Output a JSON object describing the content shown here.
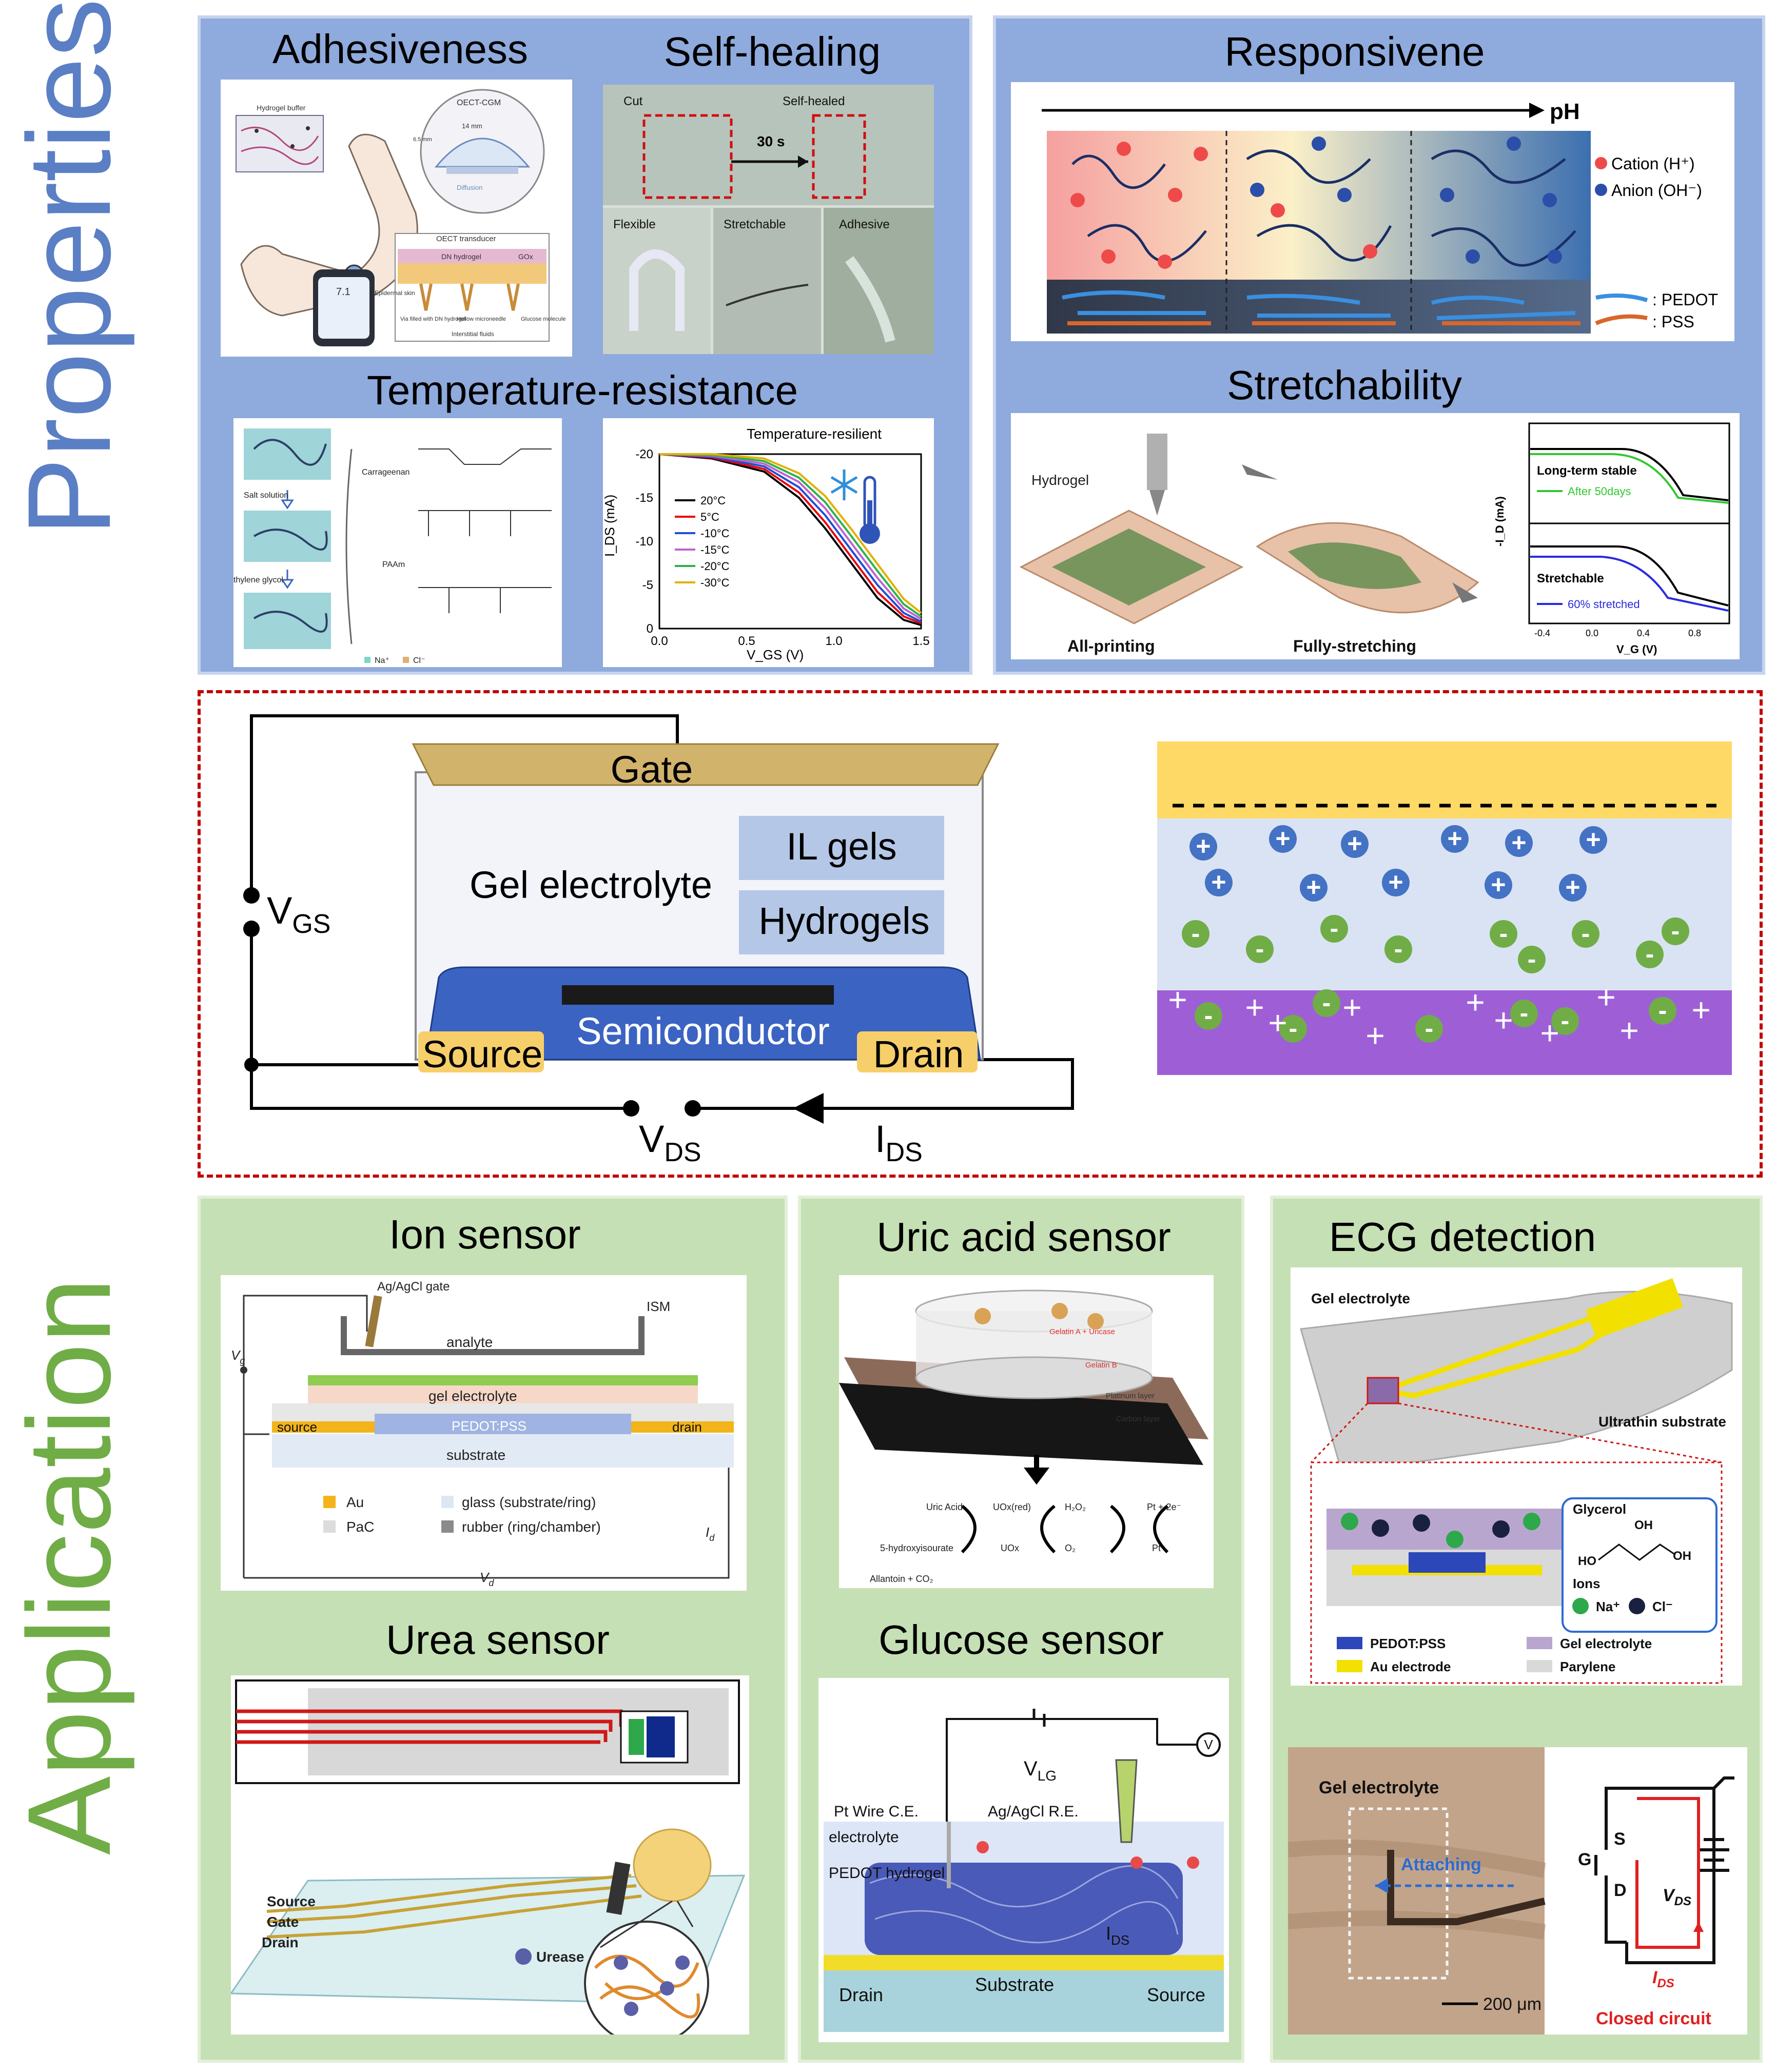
{
  "side_labels": {
    "properties": "Properties",
    "application": "Application"
  },
  "colors": {
    "properties": "#5b7fc4",
    "application": "#70ad47",
    "panel_blue": "#8faadc",
    "panel_green": "#c5e0b4",
    "dashed_border": "#c00000"
  },
  "properties": {
    "adhesiveness": {
      "title": "Adhesiveness",
      "labels": [
        "Hydrogel buffer",
        "OECT-CGM",
        "14 mm",
        "6.5 mm",
        "OECT transducer",
        "DN hydrogel",
        "GOx",
        "Epidermal skin",
        "Via filled with DN hydrogel",
        "Hollow microneedle",
        "Glucose molecule",
        "Interstitial fluids",
        "Diffusion",
        "7.1"
      ]
    },
    "self_healing": {
      "title": "Self-healing",
      "labels": [
        "Cut",
        "Self-healed",
        "30 s",
        "Flexible",
        "Stretchable",
        "Adhesive"
      ]
    },
    "responsiveness": {
      "title": "Responsivene",
      "ph": "pH",
      "legend": [
        "Cation (H⁺)",
        "Anion (OH⁻)",
        ": PEDOT",
        ": PSS"
      ]
    },
    "temperature": {
      "title": "Temperature-resistance",
      "labels": [
        "Carrageenan",
        "Salt solution",
        "PAAm",
        "thylene glycol",
        "Na⁺",
        "Cl⁻"
      ]
    },
    "stretchability": {
      "title": "Stretchability",
      "labels": [
        "Hydrogel",
        "All-printing",
        "Fully-stretching"
      ],
      "chart": {
        "top_title": "Long-term stable",
        "top_legend": "After 50days",
        "bottom_title": "Stretchable",
        "bottom_legend": "60% stretched",
        "ylabel": "-I_D (mA)",
        "xlabel": "V_G (V)",
        "xticks": [
          "-0.4",
          "0.0",
          "0.4",
          "0.8"
        ]
      }
    }
  },
  "chart_data": {
    "type": "line",
    "title": "Temperature-resilient",
    "xlabel": "V_GS (V)",
    "ylabel": "I_DS (mA)",
    "xlim": [
      0.0,
      1.5
    ],
    "ylim": [
      0,
      -20
    ],
    "xticks": [
      "0.0",
      "0.5",
      "1.0",
      "1.5"
    ],
    "yticks": [
      "0",
      "-5",
      "-10",
      "-15",
      "-20"
    ],
    "series": [
      {
        "name": "20°C",
        "color": "#000000",
        "x": [
          0.0,
          0.3,
          0.6,
          0.8,
          0.95,
          1.1,
          1.25,
          1.4,
          1.5
        ],
        "y": [
          -20,
          -19.5,
          -18.0,
          -15.0,
          -11.5,
          -7.5,
          -3.5,
          -1.0,
          -0.4
        ]
      },
      {
        "name": "5°C",
        "color": "#e8000b",
        "x": [
          0.0,
          0.3,
          0.6,
          0.8,
          0.95,
          1.1,
          1.25,
          1.4,
          1.5
        ],
        "y": [
          -20,
          -19.6,
          -18.3,
          -15.6,
          -12.2,
          -8.2,
          -4.2,
          -1.4,
          -0.6
        ]
      },
      {
        "name": "-10°C",
        "color": "#1f4fd6",
        "x": [
          0.0,
          0.3,
          0.6,
          0.8,
          0.95,
          1.1,
          1.25,
          1.4,
          1.5
        ],
        "y": [
          -20,
          -19.7,
          -18.6,
          -16.2,
          -13.0,
          -9.0,
          -5.0,
          -1.8,
          -0.8
        ]
      },
      {
        "name": "-15°C",
        "color": "#c060d0",
        "x": [
          0.0,
          0.3,
          0.6,
          0.8,
          0.95,
          1.1,
          1.25,
          1.4,
          1.5
        ],
        "y": [
          -20,
          -19.8,
          -18.9,
          -16.8,
          -13.8,
          -9.8,
          -5.8,
          -2.3,
          -1.1
        ]
      },
      {
        "name": "-20°C",
        "color": "#2bb34a",
        "x": [
          0.0,
          0.3,
          0.6,
          0.8,
          0.95,
          1.1,
          1.25,
          1.4,
          1.5
        ],
        "y": [
          -20,
          -19.9,
          -19.2,
          -17.3,
          -14.5,
          -10.6,
          -6.6,
          -2.8,
          -1.4
        ]
      },
      {
        "name": "-30°C",
        "color": "#e0b000",
        "x": [
          0.0,
          0.3,
          0.6,
          0.8,
          0.95,
          1.1,
          1.25,
          1.4,
          1.5
        ],
        "y": [
          -20,
          -20.0,
          -19.5,
          -17.8,
          -15.2,
          -11.4,
          -7.4,
          -3.4,
          -1.8
        ]
      }
    ]
  },
  "device": {
    "gate": "Gate",
    "gel_electrolyte": "Gel electrolyte",
    "il_gels": "IL gels",
    "hydrogels": "Hydrogels",
    "semiconductor": "Semiconductor",
    "source": "Source",
    "drain": "Drain",
    "v_gs": "V",
    "v_gs_sub": "GS",
    "v_ds": "V",
    "v_ds_sub": "DS",
    "i_ds": "I",
    "i_ds_sub": "DS"
  },
  "ions": {
    "plus": "+",
    "minus": "-"
  },
  "application": {
    "ion_sensor": {
      "title": "Ion sensor",
      "labels": [
        "Ag/AgCl gate",
        "ISM",
        "analyte",
        "gel electrolyte",
        "source",
        "PEDOT:PSS",
        "drain",
        "substrate",
        "Au",
        "glass (substrate/ring)",
        "PaC",
        "rubber (ring/chamber)",
        "V",
        "g",
        "I",
        "d",
        "V",
        "d"
      ]
    },
    "uric_acid": {
      "title": "Uric acid sensor",
      "labels": [
        "Gelatin A + Uricase",
        "Gelatin B",
        "Platinum layer",
        "Carbon layer",
        "Uric Acid",
        "UOx(red)",
        "H₂O₂",
        "Pt + 2e⁻",
        "5-hydroxyisourate",
        "UOx",
        "O₂",
        "Pt",
        "Allantoin + CO₂"
      ]
    },
    "ecg": {
      "title": "ECG detection",
      "labels": [
        "Gel electrolyte",
        "Ultrathin substrate",
        "Glycerol",
        "HO",
        "OH",
        "OH",
        "Ions",
        "Na⁺",
        "Cl⁻",
        "PEDOT:PSS",
        "Gel electrolyte",
        "Au electrode",
        "Parylene"
      ],
      "photo_labels": [
        "Gel electrolyte",
        "Attaching",
        "200 μm",
        "G",
        "S",
        "D",
        "V",
        "DS",
        "I",
        "DS",
        "Closed circuit"
      ]
    },
    "urea": {
      "title": "Urea sensor",
      "labels": [
        "Source",
        "Gate",
        "Drain",
        "Urease"
      ]
    },
    "glucose": {
      "title": "Glucose sensor",
      "labels": [
        "V",
        "LG",
        "V",
        "Pt Wire C.E.",
        "Ag/AgCl R.E.",
        "electrolyte",
        "PEDOT hydrogel",
        "I",
        "DS",
        "Drain",
        "Substrate",
        "Source"
      ]
    }
  }
}
